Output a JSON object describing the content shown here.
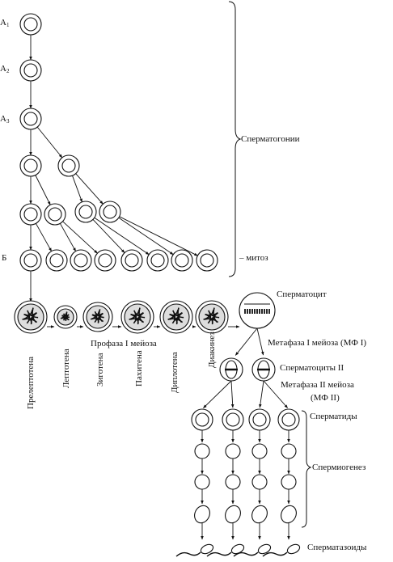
{
  "labels": {
    "a1_letter": "А",
    "a1_sub": "1",
    "a2_letter": "А",
    "a2_sub": "2",
    "a3_letter": "А",
    "a3_sub": "3",
    "b": "Б",
    "spermatogonia": "Сперматогонии",
    "mitosis": "– митоз",
    "spermatocyte": "Сперматоцит",
    "preleptotene": "Прелептотена",
    "leptotene": "Лептотена",
    "zygotene": "Зиготена",
    "pachytene": "Пахитена",
    "diplotene": "Диплотена",
    "diakinesis": "Диакинез",
    "prophase": "Профаза I мейоза",
    "metaphase1": "Метафаза I мейоза (МФ I)",
    "spermatocytes2": "Сперматоциты II",
    "metaphase2_line1": "Метафаза II мейоза",
    "metaphase2_line2": "(МФ II)",
    "spermatids": "Сперматиды",
    "spermiogenesis": "Спермиогенез",
    "spermatozoa": "Сперматазоиды"
  },
  "colors": {
    "ink": "#111111",
    "background": "#ffffff"
  }
}
